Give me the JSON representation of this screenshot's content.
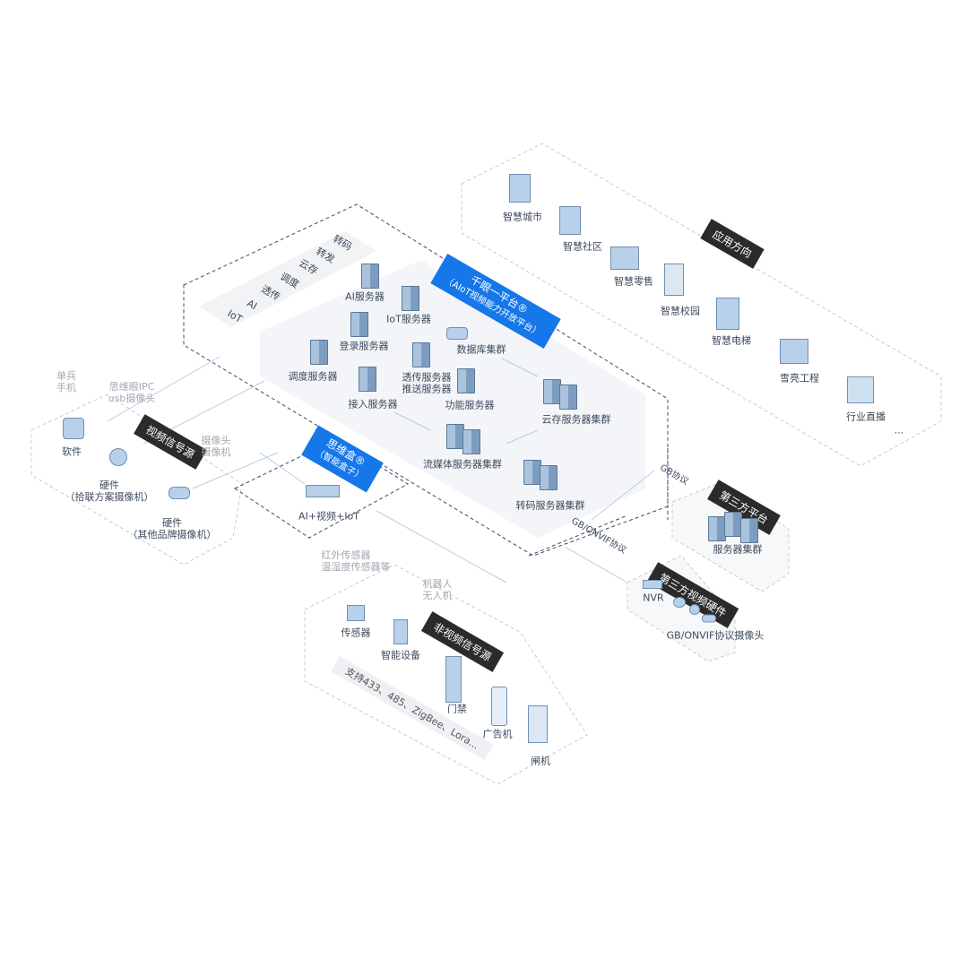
{
  "application": {
    "tag": "应用方向",
    "items": [
      "智慧城市",
      "智慧社区",
      "智慧零售",
      "智慧校园",
      "智慧电梯",
      "雪亮工程",
      "行业直播"
    ],
    "more": "..."
  },
  "platform": {
    "title": "千眼一平台®",
    "subtitle": "（AIoT视频能力开放平台）",
    "capabilities": [
      "转码",
      "转发",
      "云存",
      "调度",
      "透传",
      "AI",
      "IoT"
    ],
    "servers": {
      "ai": "AI服务器",
      "iot": "IoT服务器",
      "login": "登录服务器",
      "db": "数据库集群",
      "dispatch": "调度服务器",
      "passthrough": "透传服务器",
      "push": "推送服务器",
      "access": "接入服务器",
      "function": "功能服务器",
      "cloud": "云存服务器集群",
      "stream": "流媒体服务器集群",
      "transcode": "转码服务器集群"
    }
  },
  "video_source": {
    "tag": "视频信号源",
    "phone_note": [
      "单兵",
      "手机"
    ],
    "ipc_note": [
      "思维眼IPC",
      "usb摄像头"
    ],
    "camera_note": [
      "摄像头",
      "摄像机"
    ],
    "software": "软件",
    "hw1": [
      "硬件",
      "（拾联方案摄像机）"
    ],
    "hw2": [
      "硬件",
      "（其他品牌摄像机）"
    ]
  },
  "box": {
    "title": "思维盒®",
    "subtitle": "（智能盒子）",
    "label": "AI+视频+IoT",
    "sensor_note": [
      "红外传感器",
      "温湿度传感器等"
    ]
  },
  "non_video": {
    "tag": "非视频信号源",
    "robot_note": [
      "机器人",
      "无人机"
    ],
    "sensor": "传感器",
    "smart_device": "智能设备",
    "protocols": "支持433、485、ZigBee、Lora...",
    "door": "门禁",
    "ad": "广告机",
    "gate": "闸机"
  },
  "third_party_platform": {
    "tag": "第三方平台",
    "protocol": "GB协议",
    "cluster": "服务器集群"
  },
  "third_party_hw": {
    "tag": "第三方视频硬件",
    "protocol": "GB/ONVIF协议",
    "nvr": "NVR",
    "cameras": "GB/ONVIF协议摄像头"
  }
}
